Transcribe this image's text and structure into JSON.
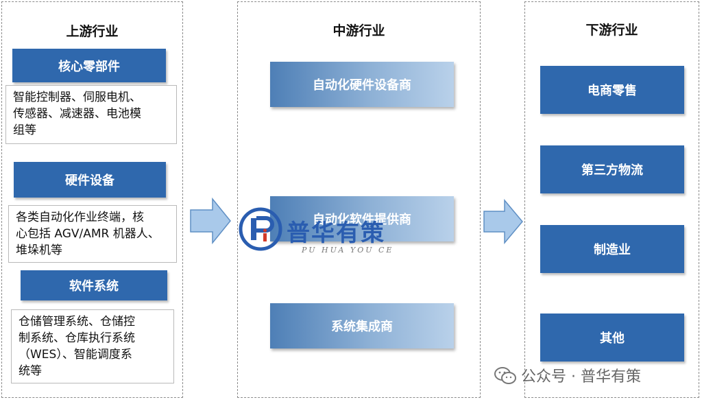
{
  "upstream": {
    "title": "上游行业",
    "sections": [
      {
        "label": "核心零部件",
        "desc": [
          "智能控制器、伺服电机、",
          "传感器、减速器、电池模",
          "组等"
        ]
      },
      {
        "label": "硬件设备",
        "desc": [
          "各类自动化作业终端，核",
          "心包括 AGV/AMR 机器人、",
          "堆垛机等"
        ]
      },
      {
        "label": "软件系统",
        "desc": [
          "仓储管理系统、仓储控",
          "制系统、仓库执行系统",
          "（WES）、智能调度系",
          "统等"
        ]
      }
    ]
  },
  "midstream": {
    "title": "中游行业",
    "items": [
      "自动化硬件设备商",
      "自动化软件提供商",
      "系统集成商"
    ]
  },
  "downstream": {
    "title": "下游行业",
    "items": [
      "电商零售",
      "第三方物流",
      "制造业",
      "其他"
    ]
  },
  "watermark": {
    "name": "普华有策",
    "sub": "PU HUA YOU CE"
  },
  "footer": {
    "text": "公众号 · 普华有策"
  },
  "colors": {
    "box_blue": "#2f68ad",
    "arrow_fill": "#a9c9ea",
    "arrow_stroke": "#5f8fc4"
  }
}
